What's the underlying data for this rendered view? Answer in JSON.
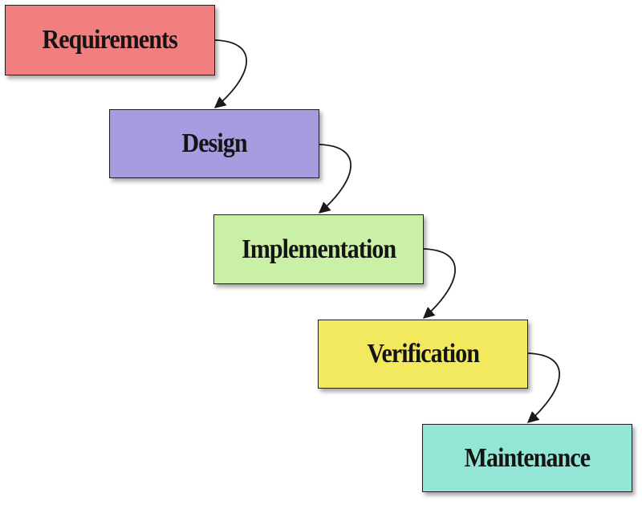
{
  "diagram": {
    "stages": [
      {
        "label": "Requirements",
        "color": "#f27f7f"
      },
      {
        "label": "Design",
        "color": "#a89be0"
      },
      {
        "label": "Implementation",
        "color": "#c9f0a5"
      },
      {
        "label": "Verification",
        "color": "#f2e95e"
      },
      {
        "label": "Maintenance",
        "color": "#93e6d5"
      }
    ],
    "arrow_color": "#1a1a1a"
  }
}
